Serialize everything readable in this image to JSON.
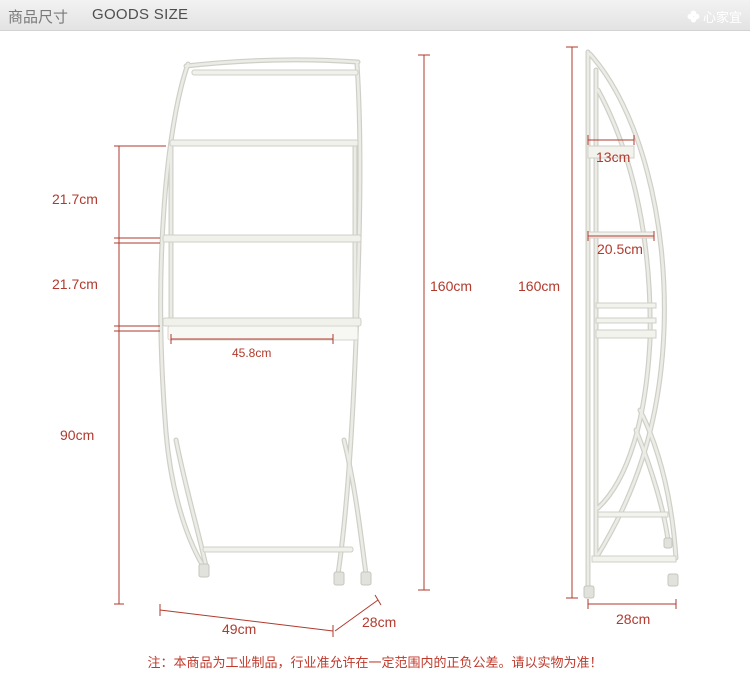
{
  "header": {
    "title_cn": "商品尺寸",
    "title_en": "GOODS SIZE",
    "brand_name": "心家宜",
    "brand_icon": "clover-icon"
  },
  "front_view": {
    "shelf_gap_1": "21.7cm",
    "shelf_gap_2": "21.7cm",
    "bottom_height": "90cm",
    "total_height": "160cm",
    "shelf_width": "45.8cm",
    "base_width": "49cm",
    "base_depth": "28cm"
  },
  "side_view": {
    "total_height": "160cm",
    "top_shelf_depth": "13cm",
    "middle_shelf_depth": "20.5cm",
    "base_depth": "28cm"
  },
  "footnote": "注：本商品为工业制品，行业准允许在一定范围内的正负公差。请以实物为准！",
  "colors": {
    "dimension_line": "#b13a2e",
    "rack_frame": "#d8d8d2",
    "footnote": "#c0392b",
    "header_bg": "#e8e8e8"
  }
}
